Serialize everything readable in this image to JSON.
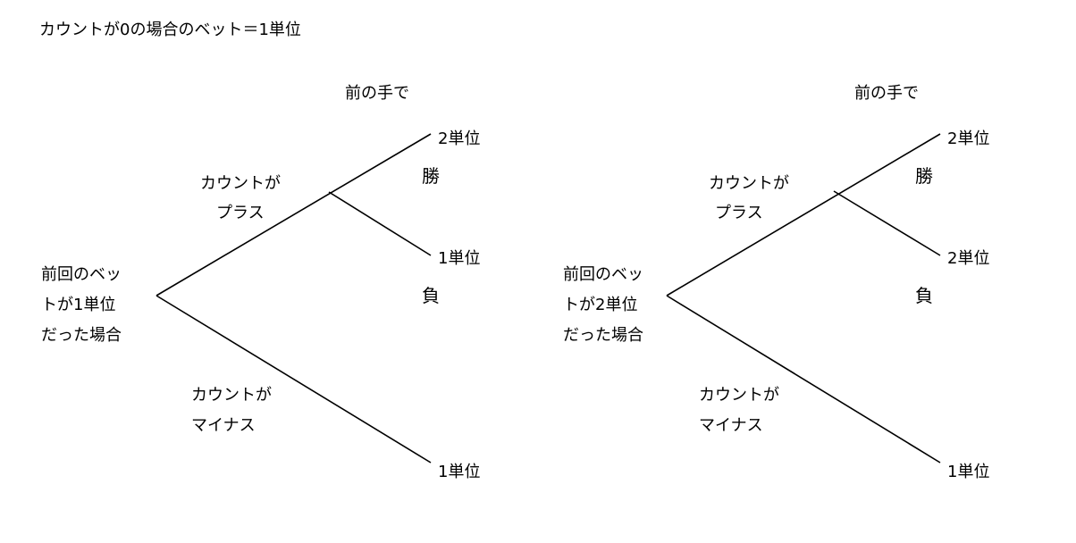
{
  "title": "カウントが0の場合のベット＝1単位",
  "trees": [
    {
      "header": "前の手で",
      "root_label": [
        "前回のベッ",
        "トが1単位",
        "だった場合"
      ],
      "branch_plus_label": [
        "カウントが",
        "プラス"
      ],
      "branch_minus_label": [
        "カウントが",
        "マイナス"
      ],
      "win_result": "2単位",
      "win_label": "勝",
      "lose_result": "1単位",
      "lose_label": "負",
      "minus_result": "1単位"
    },
    {
      "header": "前の手で",
      "root_label": [
        "前回のベッ",
        "トが2単位",
        "だった場合"
      ],
      "branch_plus_label": [
        "カウントが",
        "プラス"
      ],
      "branch_minus_label": [
        "カウントが",
        "マイナス"
      ],
      "win_result": "2単位",
      "win_label": "勝",
      "lose_result": "2単位",
      "lose_label": "負",
      "minus_result": "1単位"
    }
  ]
}
